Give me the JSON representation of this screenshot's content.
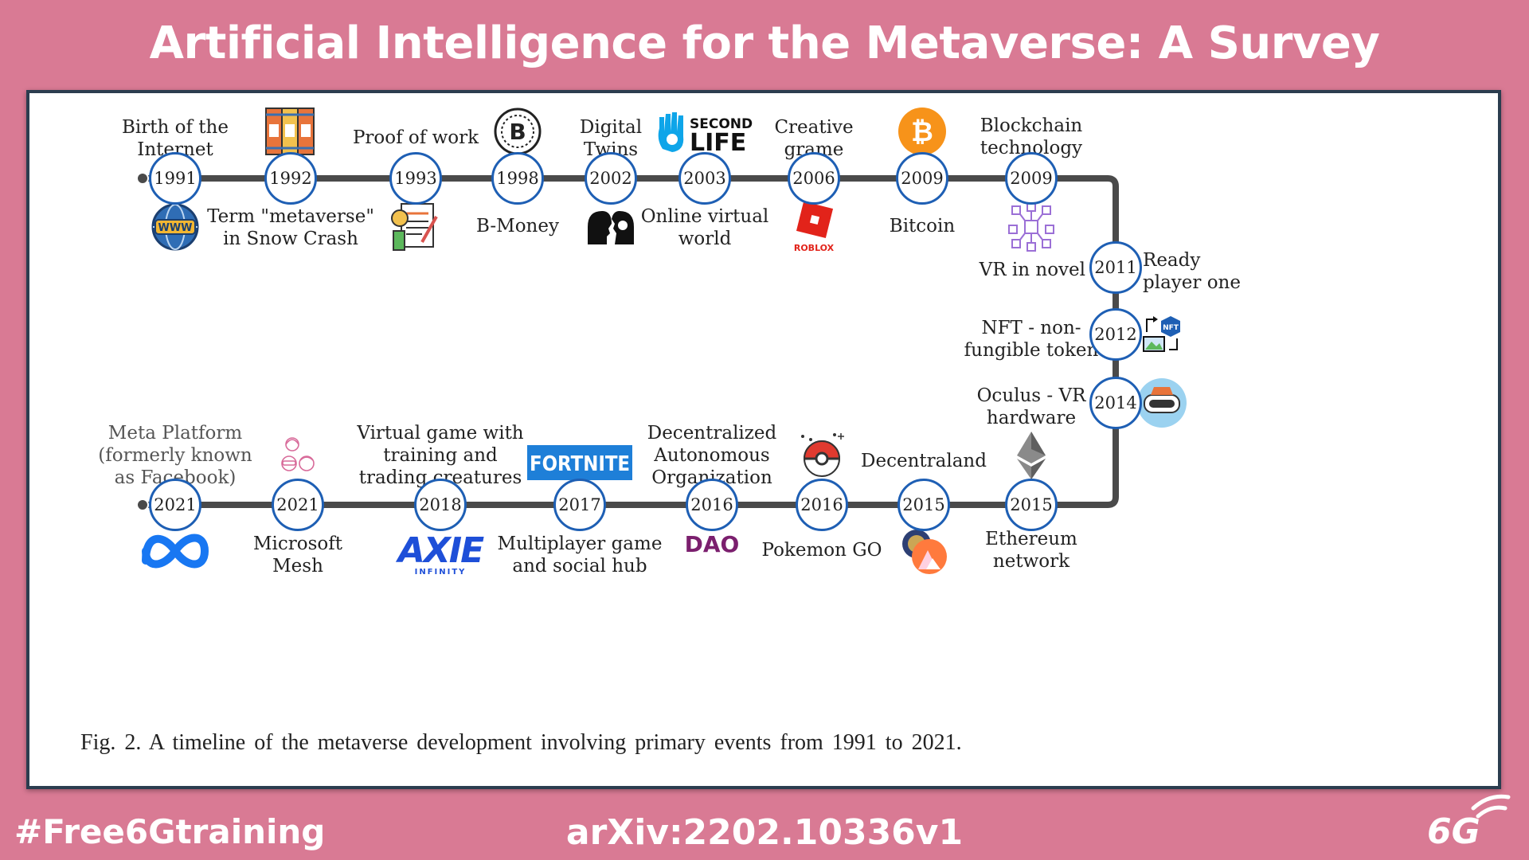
{
  "header": {
    "title": "Artificial Intelligence for the Metaverse: A Survey"
  },
  "figure": {
    "caption": "Fig. 2.  A timeline of the metaverse development involving primary events from 1991 to 2021.",
    "top_events": [
      {
        "year": "1991",
        "label": "Birth of the\nInternet",
        "sub": "",
        "icon": "www-globe-icon"
      },
      {
        "year": "1992",
        "label": "",
        "sub": "Term \"metaverse\"\nin Snow Crash",
        "icon": "books-icon"
      },
      {
        "year": "1993",
        "label": "Proof of work",
        "sub": "",
        "icon": "document-check-icon"
      },
      {
        "year": "1998",
        "label": "",
        "sub": "B-Money",
        "icon": "coin-b-icon"
      },
      {
        "year": "2002",
        "label": "Digital\nTwins",
        "sub": "",
        "icon": "twin-heads-icon"
      },
      {
        "year": "2003",
        "label": "",
        "sub": "Online virtual\nworld",
        "icon": "second-life-logo"
      },
      {
        "year": "2006",
        "label": "Creative\ngrame",
        "sub": "",
        "icon": "roblox-logo"
      },
      {
        "year": "2009",
        "label": "",
        "sub": "Bitcoin",
        "icon": "bitcoin-icon"
      },
      {
        "year": "2009",
        "label": "Blockchain\ntechnology",
        "sub": "",
        "icon": "blockchain-cubes-icon"
      }
    ],
    "side_events": [
      {
        "year": "2011",
        "left": "VR in novel",
        "right": "Ready\nplayer one",
        "icon": ""
      },
      {
        "year": "2012",
        "left": "NFT - non-\nfungible token",
        "right": "",
        "icon": "nft-icon"
      },
      {
        "year": "2014",
        "left": "Oculus - VR\nhardware",
        "right": "",
        "icon": "vr-headset-icon"
      }
    ],
    "bottom_events": [
      {
        "year": "2021",
        "label": "Meta Platform\n(formerly known\nas Facebook)",
        "sub": "",
        "icon": "meta-logo"
      },
      {
        "year": "2021",
        "label": "",
        "sub": "Microsoft\nMesh",
        "icon": "avatars-icon"
      },
      {
        "year": "2018",
        "label": "Virtual game with\ntraining and\ntrading creatures",
        "sub": "",
        "icon": "axie-logo"
      },
      {
        "year": "2017",
        "label": "",
        "sub": "Multiplayer game\nand social hub",
        "icon": "fortnite-logo"
      },
      {
        "year": "2016",
        "label": "Decentralized\nAutonomous\nOrganization",
        "sub": "",
        "icon": "dao-logo"
      },
      {
        "year": "2016",
        "label": "",
        "sub": "Pokemon GO",
        "icon": "pokeball-icon"
      },
      {
        "year": "2015",
        "label": "Decentraland",
        "sub": "",
        "icon": "decentraland-icon"
      },
      {
        "year": "2015",
        "label": "",
        "sub": "Ethereum\nnetwork",
        "icon": "ethereum-icon"
      }
    ],
    "logos": {
      "second_life_line1": "SECOND",
      "second_life_line2": "LIFE",
      "roblox": "ROBLOX",
      "fortnite": "FORTNITE",
      "dao": "DAO",
      "axie_main": "AXIE",
      "axie_sub": "INFINITY",
      "www": "WWW",
      "nft": "NFT",
      "bitcoin_symbol": "₿",
      "bmoney_symbol": "B"
    }
  },
  "footer": {
    "hashtag": "#Free6Gtraining",
    "arxiv": "arXiv:2202.10336v1",
    "logo_text": "6G"
  },
  "colors": {
    "background": "#d97a94",
    "panel_border": "#2b3d4f",
    "node_ring": "#1e5fb4",
    "line": "#4a4a4a"
  }
}
